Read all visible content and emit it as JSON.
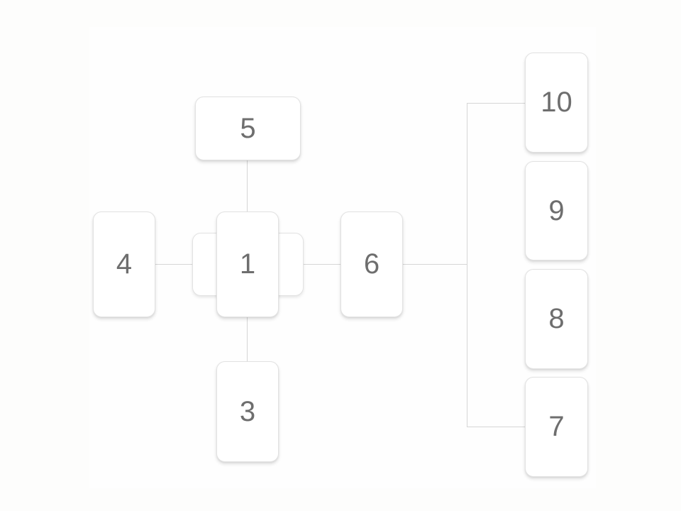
{
  "diagram": {
    "type": "card-layout",
    "background_color": "#fdfdfc",
    "card_color": "#ffffff",
    "text_color": "#6e6e6e",
    "connector_color": "#d6d6d6",
    "cards": [
      {
        "id": "card-1",
        "label": "1",
        "role": "center (stacked over two cards)"
      },
      {
        "id": "card-3",
        "label": "3",
        "role": "below 1"
      },
      {
        "id": "card-4",
        "label": "4",
        "role": "left of 1"
      },
      {
        "id": "card-5",
        "label": "5",
        "role": "above 1"
      },
      {
        "id": "card-6",
        "label": "6",
        "role": "right of 1"
      },
      {
        "id": "card-7",
        "label": "7",
        "role": "column right, bottom"
      },
      {
        "id": "card-8",
        "label": "8",
        "role": "column right"
      },
      {
        "id": "card-9",
        "label": "9",
        "role": "column right"
      },
      {
        "id": "card-10",
        "label": "10",
        "role": "column right, top"
      }
    ],
    "connections": [
      [
        "1",
        "5"
      ],
      [
        "1",
        "3"
      ],
      [
        "1",
        "4"
      ],
      [
        "1",
        "6"
      ],
      [
        "6",
        "10"
      ],
      [
        "6",
        "7"
      ]
    ]
  }
}
